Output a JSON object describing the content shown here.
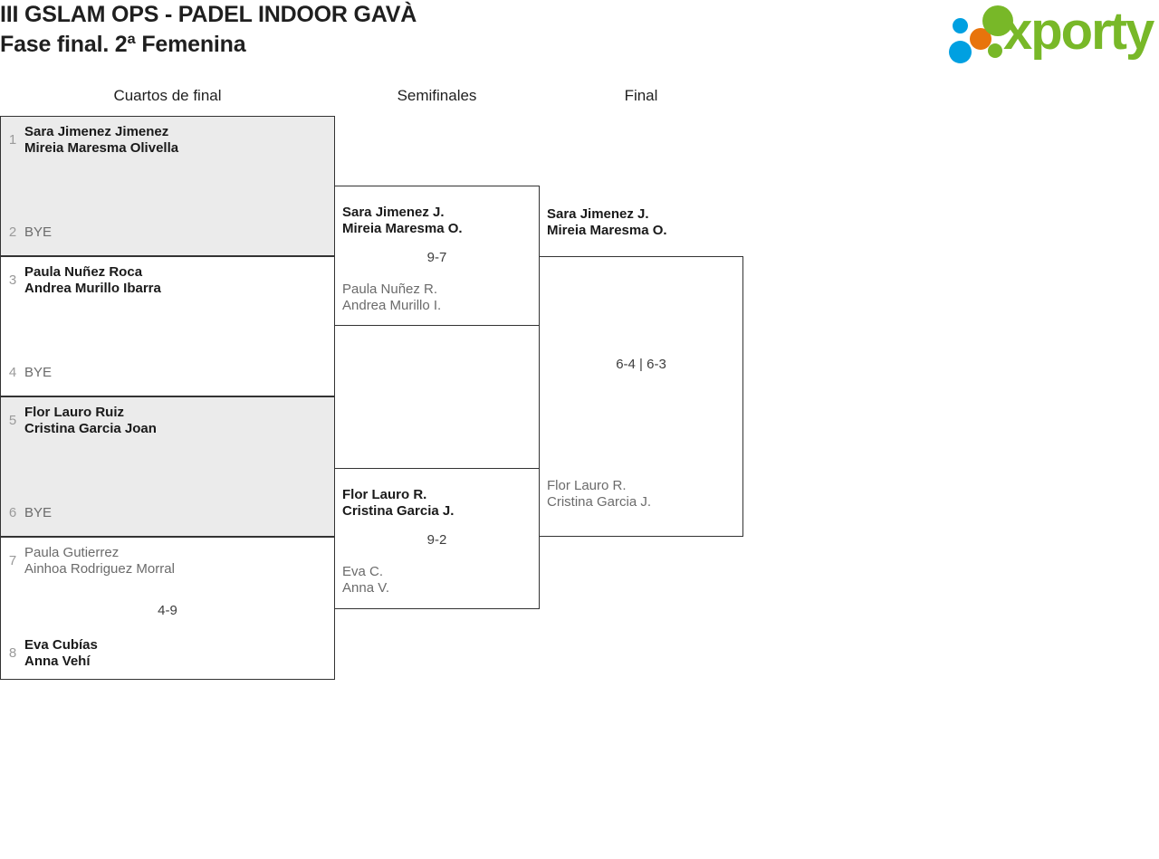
{
  "header": {
    "title_line1": "III GSLAM OPS - PADEL INDOOR GAVÀ",
    "title_line2": "Fase final. 2ª Femenina"
  },
  "logo": {
    "wordmark": "xporty",
    "colors": {
      "green": "#78b828",
      "orange": "#e8740c",
      "blue": "#00a0e1"
    },
    "dots": [
      {
        "name": "dot-blue-small",
        "color": "#00a0e1"
      },
      {
        "name": "dot-blue-large",
        "color": "#00a0e1"
      },
      {
        "name": "dot-orange",
        "color": "#e8740c"
      },
      {
        "name": "dot-green-large",
        "color": "#78b828"
      },
      {
        "name": "dot-green-small",
        "color": "#78b828"
      }
    ]
  },
  "rounds": [
    {
      "key": "qf",
      "label": "Cuartos de final"
    },
    {
      "key": "sf",
      "label": "Semifinales"
    },
    {
      "key": "f",
      "label": "Final"
    }
  ],
  "bracket": {
    "quarterfinals": [
      {
        "shaded": true,
        "score": "",
        "top": {
          "seed": "1",
          "line1": "Sara Jimenez Jimenez",
          "line2": "Mireia Maresma Olivella",
          "result": "winner"
        },
        "bottom": {
          "seed": "2",
          "line1": "BYE",
          "line2": "",
          "result": "bye"
        }
      },
      {
        "shaded": false,
        "score": "",
        "top": {
          "seed": "3",
          "line1": "Paula Nuñez Roca",
          "line2": "Andrea Murillo Ibarra",
          "result": "winner"
        },
        "bottom": {
          "seed": "4",
          "line1": "BYE",
          "line2": "",
          "result": "bye"
        }
      },
      {
        "shaded": true,
        "score": "",
        "top": {
          "seed": "5",
          "line1": "Flor Lauro Ruiz",
          "line2": "Cristina Garcia Joan",
          "result": "winner"
        },
        "bottom": {
          "seed": "6",
          "line1": "BYE",
          "line2": "",
          "result": "bye"
        }
      },
      {
        "shaded": false,
        "score": "4-9",
        "top": {
          "seed": "7",
          "line1": "Paula Gutierrez",
          "line2": "Ainhoa Rodriguez Morral",
          "result": "loser"
        },
        "bottom": {
          "seed": "8",
          "line1": "Eva Cubías",
          "line2": "Anna Vehí",
          "result": "winner"
        }
      }
    ],
    "semifinals": [
      {
        "score": "9-7",
        "top": {
          "line1": "Sara Jimenez J.",
          "line2": "Mireia Maresma O.",
          "result": "winner"
        },
        "bottom": {
          "line1": "Paula Nuñez R.",
          "line2": "Andrea Murillo I.",
          "result": "loser"
        }
      },
      {
        "score": "9-2",
        "top": {
          "line1": "Flor Lauro R.",
          "line2": "Cristina Garcia J.",
          "result": "winner"
        },
        "bottom": {
          "line1": "Eva C.",
          "line2": "Anna V.",
          "result": "loser"
        }
      }
    ],
    "final": {
      "score": "6-4 | 6-3",
      "top": {
        "line1": "Sara Jimenez J.",
        "line2": "Mireia Maresma O.",
        "result": "winner"
      },
      "bottom": {
        "line1": "Flor Lauro R.",
        "line2": "Cristina Garcia J.",
        "result": "loser"
      }
    }
  }
}
